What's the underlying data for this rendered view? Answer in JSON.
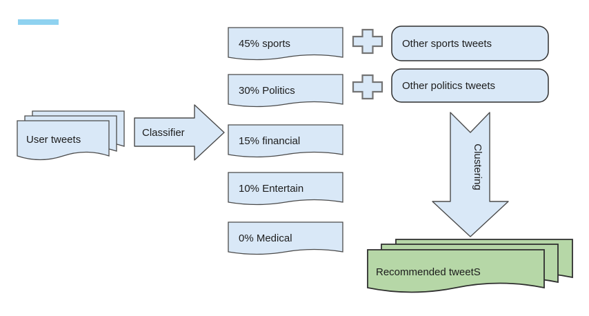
{
  "palette": {
    "blue-fill": "#d9e8f7",
    "green-fill": "#b6d7a7",
    "cyan-accent": "#8fd2f0",
    "shape-stroke": "#4a4a4a",
    "dark-stroke": "#2e2e2e",
    "plus-stroke": "#737373",
    "text-color": "#1c1c1c",
    "canvas-bg": "#ffffff"
  },
  "icons": {
    "merge_operator": "plus-icon"
  },
  "diagram": {
    "input": {
      "label": "User tweets"
    },
    "classifier_arrow": {
      "label": "Classifier"
    },
    "categories": [
      {
        "label": "45% sports"
      },
      {
        "label": "30% Politics"
      },
      {
        "label": "15% financial"
      },
      {
        "label": "10% Entertain"
      },
      {
        "label": "0% Medical"
      }
    ],
    "merge_nodes": [
      {
        "label": "Other sports tweets"
      },
      {
        "label": "Other politics tweets"
      }
    ],
    "clustering_arrow": {
      "label": "Clustering"
    },
    "output": {
      "label": "Recommended tweetS"
    }
  }
}
